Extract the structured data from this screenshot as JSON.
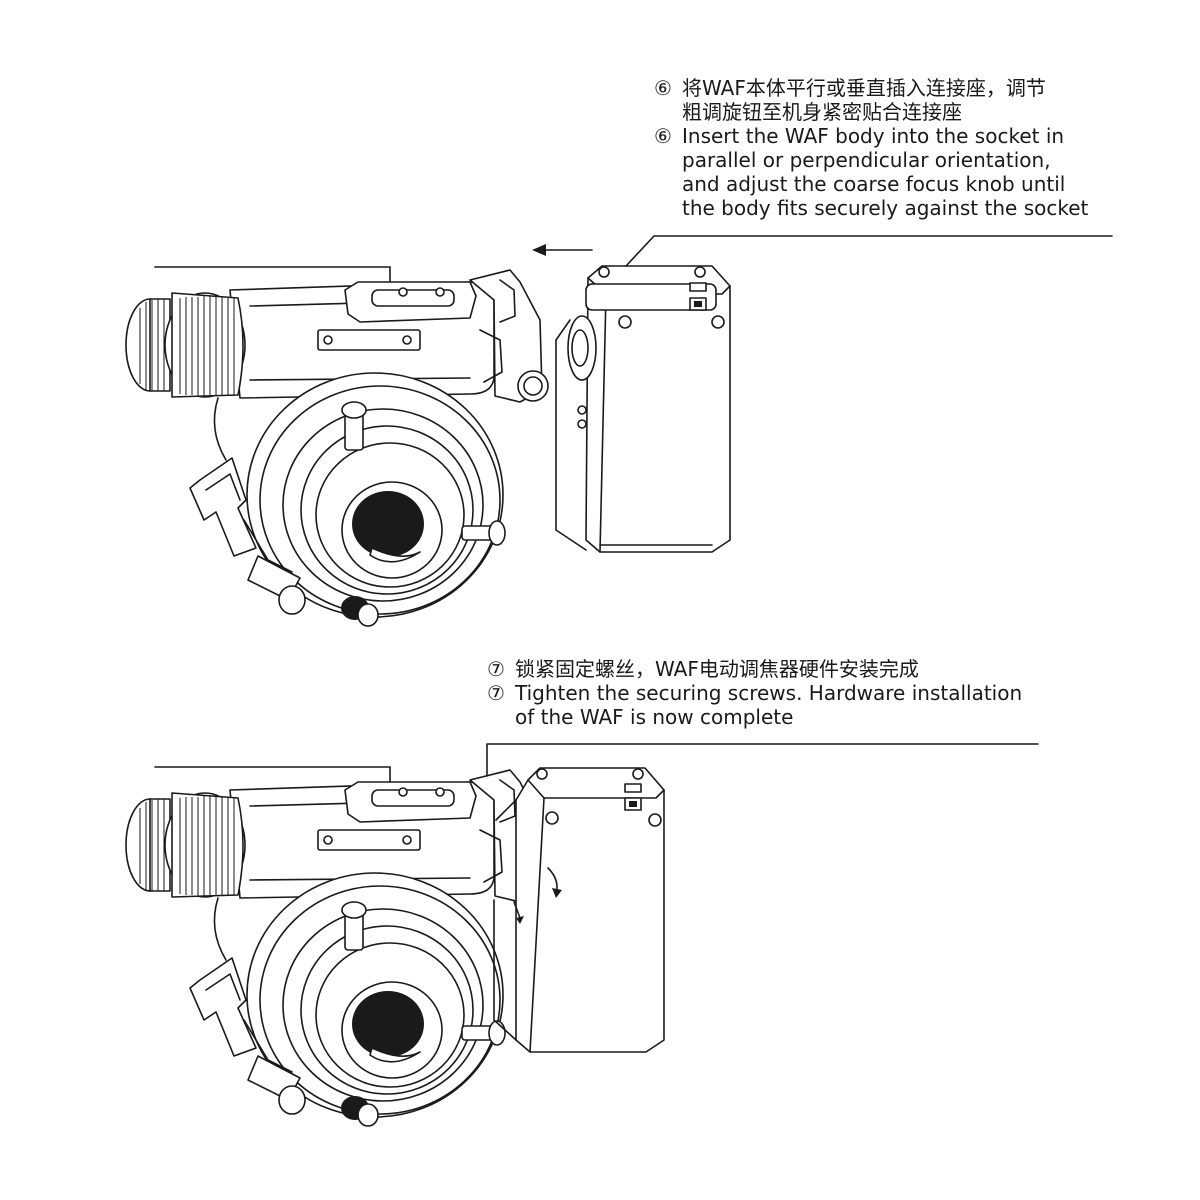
{
  "step6": {
    "number": "⑥",
    "zh_line1": "将WAF本体平行或垂直插入连接座，调节",
    "zh_line2": "粗调旋钮至机身紧密贴合连接座",
    "en_lines": [
      "Insert the WAF body into the socket in",
      "parallel or perpendicular orientation,",
      "and adjust the coarse focus knob until",
      "the body fits securely against the socket"
    ]
  },
  "step7": {
    "number": "⑦",
    "zh_line1": "锁紧固定螺丝，WAF电动调焦器硬件安装完成",
    "en_lines": [
      "Tighten the securing screws. Hardware installation",
      "of the WAF is now complete"
    ]
  }
}
